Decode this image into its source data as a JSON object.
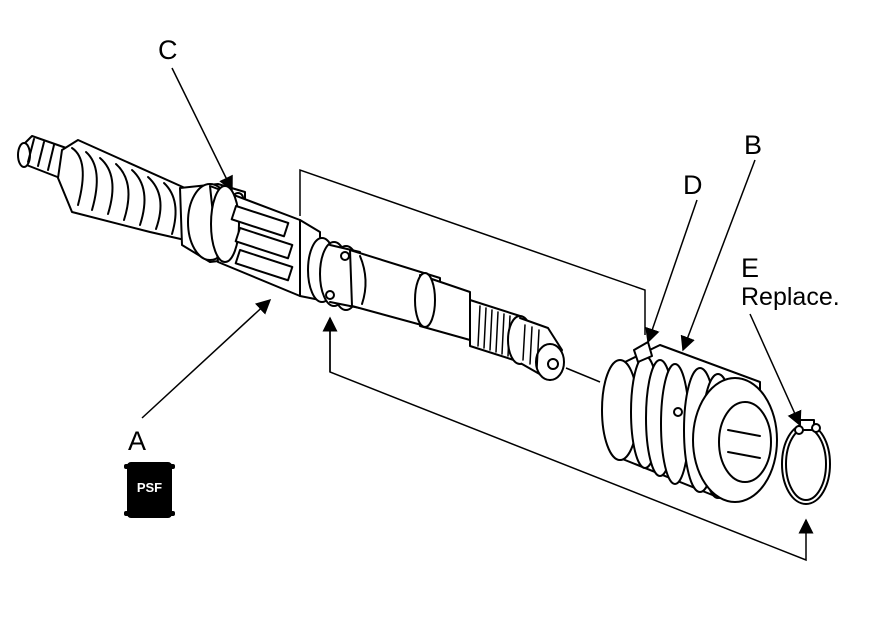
{
  "callouts": {
    "a": "A",
    "b": "B",
    "c": "C",
    "d": "D",
    "e": "E",
    "replace_note": "Replace."
  },
  "psf_badge": {
    "text": "PSF"
  }
}
